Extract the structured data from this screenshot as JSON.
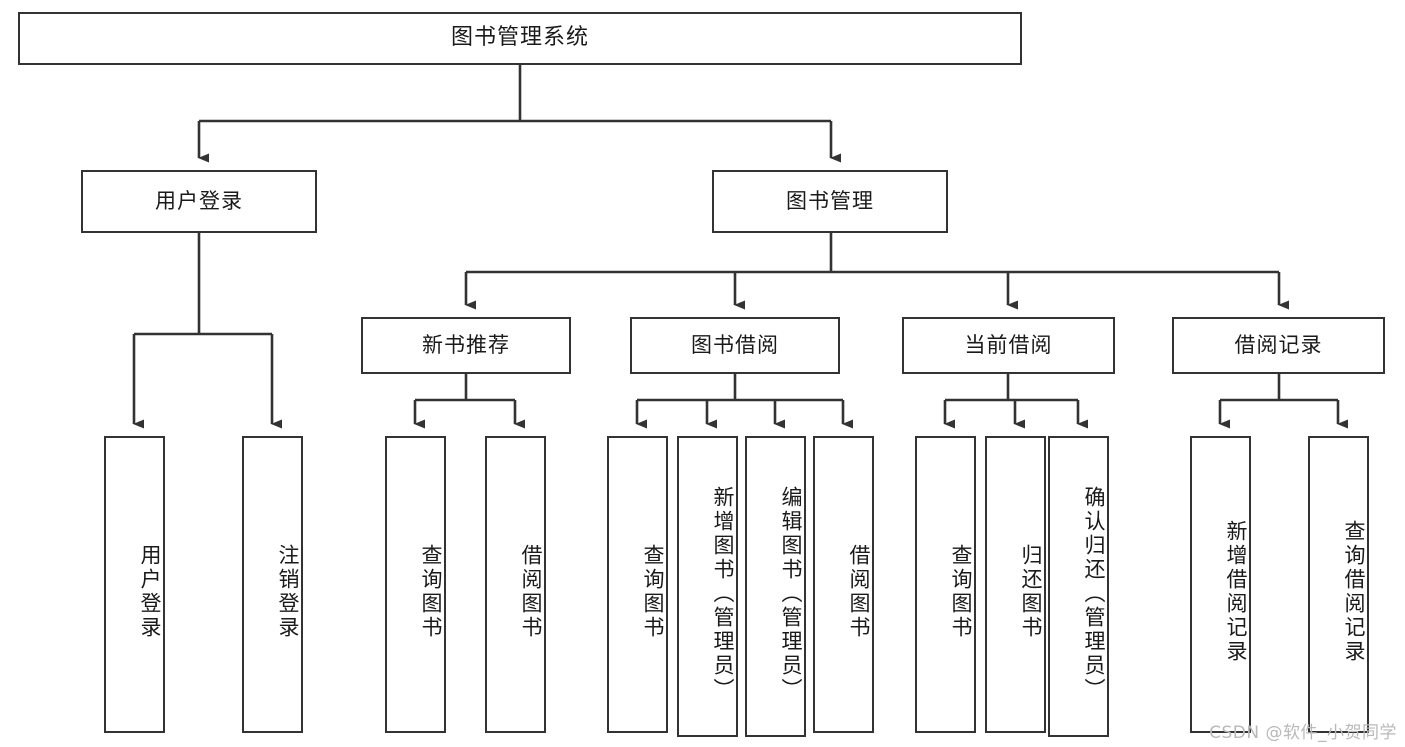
{
  "diagram": {
    "title": "图书管理系统",
    "type": "tree",
    "watermark": "CSDN @软件_小贺同学",
    "colors": {
      "stroke": "#333333",
      "fill": "#ffffff",
      "text": "#1a1a1a",
      "watermark": "#b9b9b9"
    },
    "nodes": {
      "root": {
        "label": "图书管理系统",
        "level": 0
      },
      "level1": [
        {
          "id": "user-login",
          "label": "用户登录"
        },
        {
          "id": "book-manage",
          "label": "图书管理"
        }
      ],
      "level2": [
        {
          "id": "new-book-recommend",
          "label": "新书推荐",
          "parent": "book-manage"
        },
        {
          "id": "book-borrow",
          "label": "图书借阅",
          "parent": "book-manage"
        },
        {
          "id": "current-borrow",
          "label": "当前借阅",
          "parent": "book-manage"
        },
        {
          "id": "borrow-record",
          "label": "借阅记录",
          "parent": "book-manage"
        }
      ],
      "leaves": [
        {
          "id": "leaf-user-login",
          "label": "用户登录",
          "parent": "user-login"
        },
        {
          "id": "leaf-logout",
          "label": "注销登录",
          "parent": "user-login"
        },
        {
          "id": "leaf-query-book-1",
          "label": "查询图书",
          "parent": "new-book-recommend"
        },
        {
          "id": "leaf-borrow-book-1",
          "label": "借阅图书",
          "parent": "new-book-recommend"
        },
        {
          "id": "leaf-query-book-2",
          "label": "查询图书",
          "parent": "book-borrow"
        },
        {
          "id": "leaf-add-book",
          "label": "新增图书（管理员）",
          "parent": "book-borrow"
        },
        {
          "id": "leaf-edit-book",
          "label": "编辑图书（管理员）",
          "parent": "book-borrow"
        },
        {
          "id": "leaf-borrow-book-2",
          "label": "借阅图书",
          "parent": "book-borrow"
        },
        {
          "id": "leaf-query-book-3",
          "label": "查询图书",
          "parent": "current-borrow"
        },
        {
          "id": "leaf-return-book",
          "label": "归还图书",
          "parent": "current-borrow"
        },
        {
          "id": "leaf-confirm-return",
          "label": "确认归还（管理员）",
          "parent": "current-borrow"
        },
        {
          "id": "leaf-add-record",
          "label": "新增借阅记录",
          "parent": "borrow-record"
        },
        {
          "id": "leaf-query-record",
          "label": "查询借阅记录",
          "parent": "borrow-record"
        }
      ]
    }
  }
}
